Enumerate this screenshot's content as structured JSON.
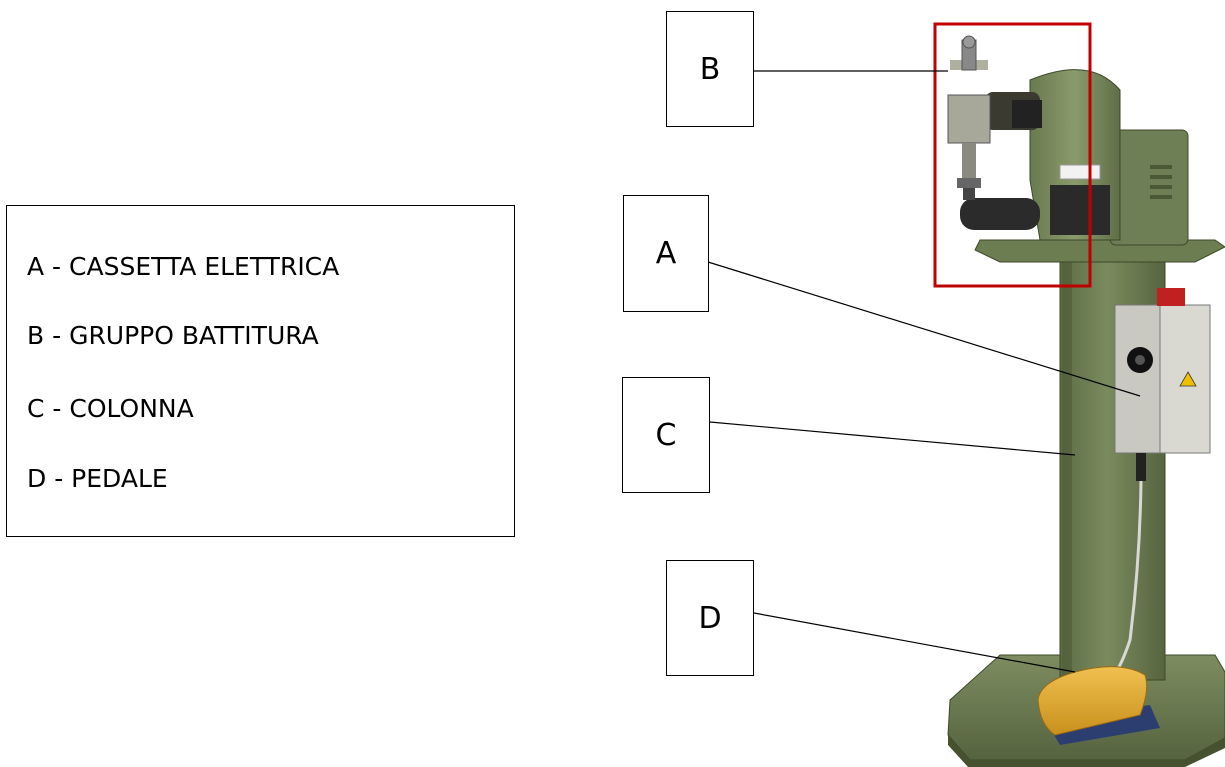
{
  "legend": {
    "items": [
      {
        "label": "A - CASSETTA ELETTRICA"
      },
      {
        "label": "B - GRUPPO BATTITURA"
      },
      {
        "label": "C - COLONNA"
      },
      {
        "label": "D - PEDALE"
      }
    ]
  },
  "callouts": {
    "a": "A",
    "b": "B",
    "c": "C",
    "d": "D"
  },
  "colors": {
    "machine_green": "#6f7f55",
    "highlight_red": "#c00000",
    "pedal_yellow": "#e0a830",
    "electrical_box": "#d8d8d0"
  }
}
